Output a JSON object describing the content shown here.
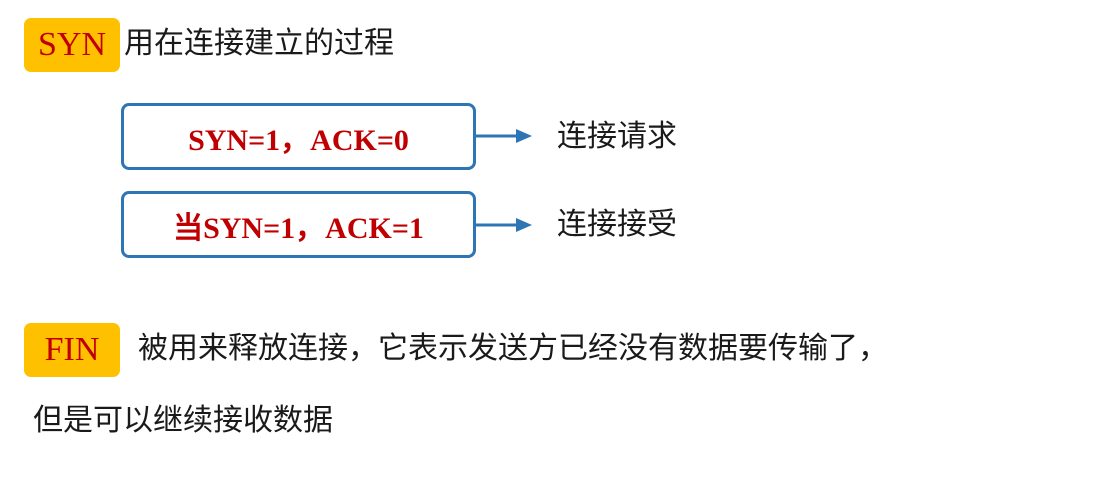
{
  "syn": {
    "tag": "SYN",
    "description": "用在连接建立的过程",
    "cases": [
      {
        "prefix": "",
        "condition": "SYN=1，ACK=0",
        "result": "连接请求"
      },
      {
        "prefix": "当",
        "condition": "SYN=1，ACK=1",
        "result": "连接接受"
      }
    ]
  },
  "fin": {
    "tag": "FIN",
    "description_line1": "被用来释放连接，它表示发送方已经没有数据要传输了，",
    "description_line2": "但是可以继续接收数据"
  },
  "colors": {
    "tag_background": "#ffc000",
    "tag_text": "#c00000",
    "box_border": "#2e75b6",
    "arrow": "#2e75b6",
    "condition_text": "#c00000"
  },
  "icons": {
    "arrow": "arrow-right-icon"
  }
}
